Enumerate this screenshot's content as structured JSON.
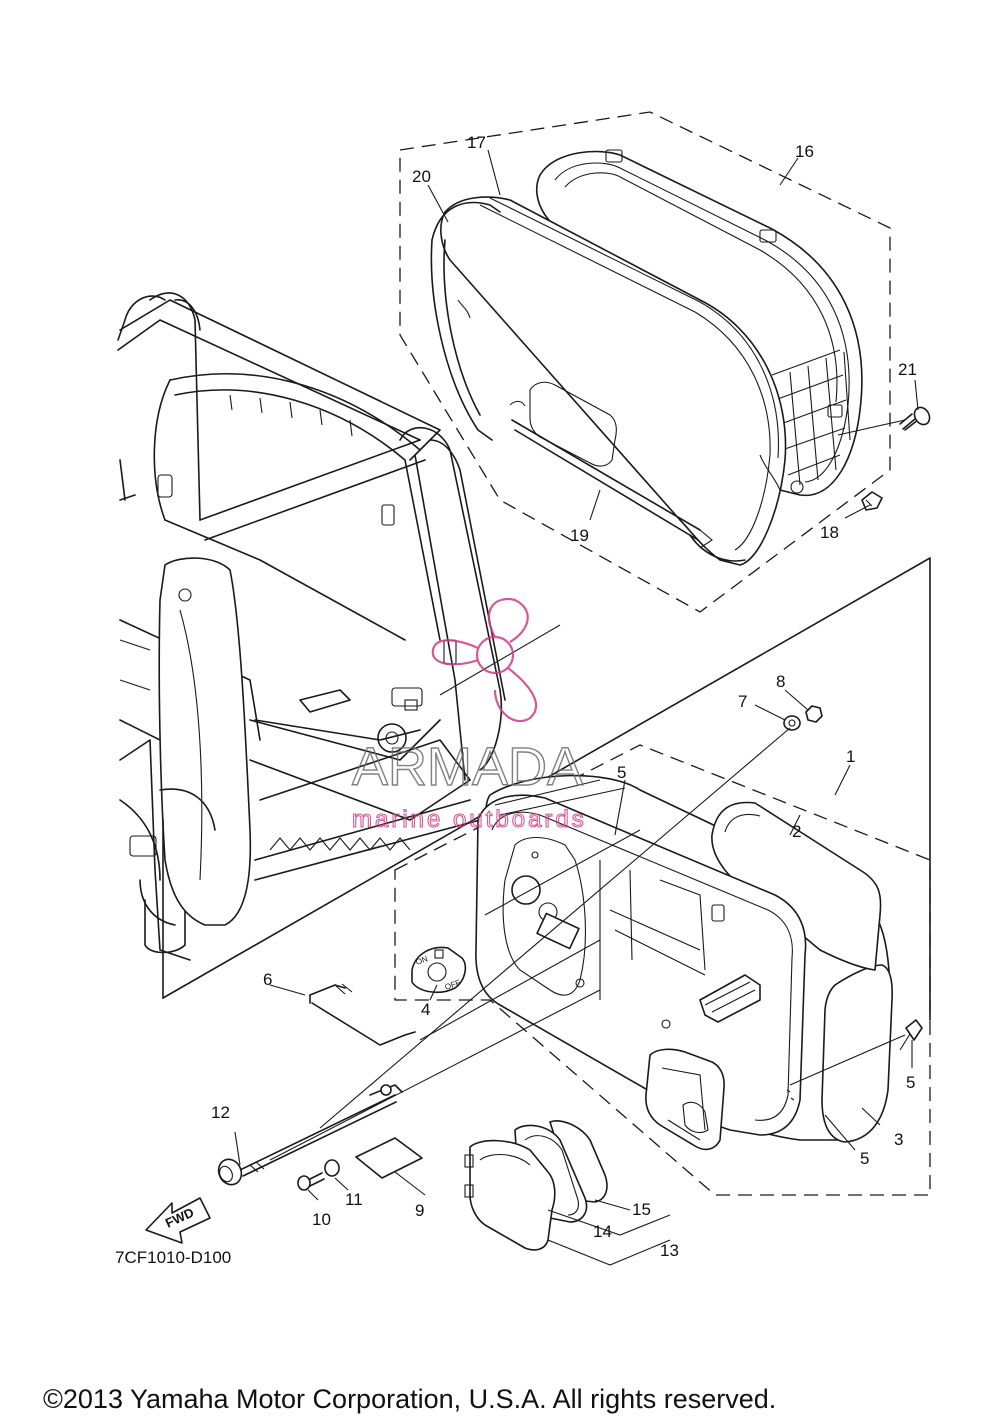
{
  "diagram": {
    "drawing_code": "7CF1010-D100",
    "copyright": "©2013 Yamaha Motor Corporation, U.S.A. All rights reserved.",
    "direction_label": "FWD",
    "watermark": {
      "brand": "ARMADA",
      "tagline": "marine outboards"
    },
    "control_labels": {
      "on": "ON",
      "off": "OFF"
    },
    "callouts": [
      {
        "id": "c1",
        "label": "1"
      },
      {
        "id": "c2",
        "label": "2"
      },
      {
        "id": "c3",
        "label": "3"
      },
      {
        "id": "c4",
        "label": "4"
      },
      {
        "id": "c5a",
        "label": "5"
      },
      {
        "id": "c5b",
        "label": "5"
      },
      {
        "id": "c6",
        "label": "6"
      },
      {
        "id": "c7",
        "label": "7"
      },
      {
        "id": "c8",
        "label": "8"
      },
      {
        "id": "c9",
        "label": "9"
      },
      {
        "id": "c10",
        "label": "10"
      },
      {
        "id": "c11",
        "label": "11"
      },
      {
        "id": "c12",
        "label": "12"
      },
      {
        "id": "c13",
        "label": "13"
      },
      {
        "id": "c14",
        "label": "14"
      },
      {
        "id": "c15",
        "label": "15"
      },
      {
        "id": "c16",
        "label": "16"
      },
      {
        "id": "c17",
        "label": "17"
      },
      {
        "id": "c18",
        "label": "18"
      },
      {
        "id": "c19",
        "label": "19"
      },
      {
        "id": "c20",
        "label": "20"
      },
      {
        "id": "c21",
        "label": "21"
      },
      {
        "id": "c22",
        "label": "22"
      }
    ]
  }
}
